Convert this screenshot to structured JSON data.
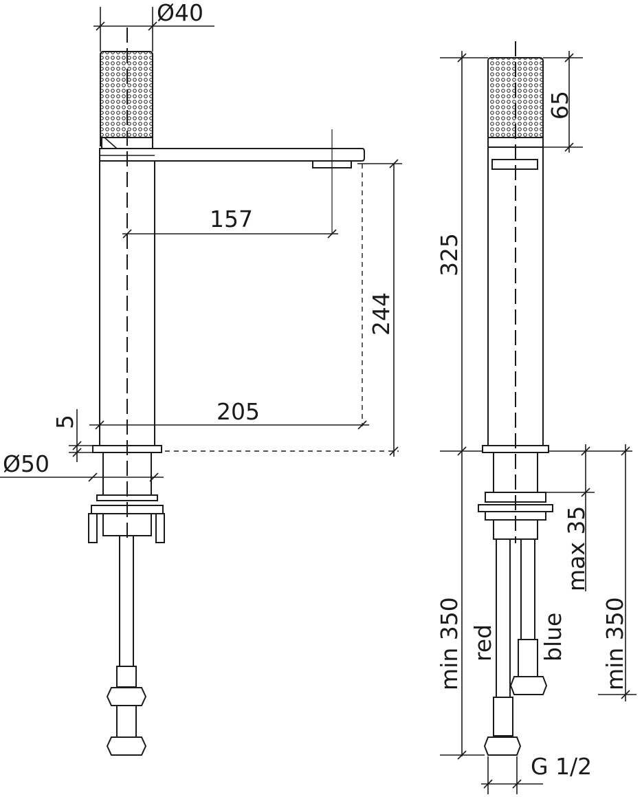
{
  "dimensions": {
    "handle_diameter": "Ø40",
    "spout_reach": "157",
    "spout_height": "244",
    "overall_reach": "205",
    "base_offset": "5",
    "base_diameter": "Ø50",
    "overall_height": "325",
    "handle_height": "65",
    "max_counter_thickness": "max 35",
    "hose_length_front": "min 350",
    "hose_length_side": "min 350",
    "connection_thread": "G 1/2"
  },
  "hoses": {
    "hot_label": "red",
    "cold_label": "blue"
  }
}
